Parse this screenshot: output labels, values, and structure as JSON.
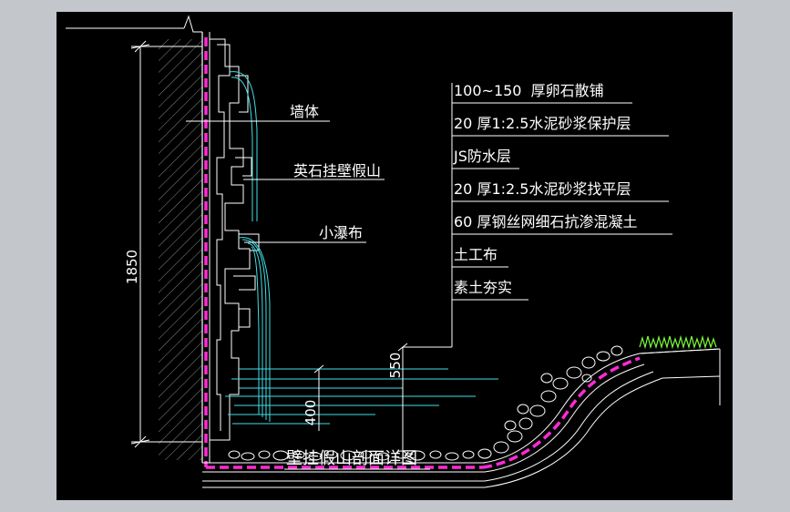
{
  "colors": {
    "background": "#000000",
    "frame": "#c3c7cb",
    "line": "#ffffff",
    "water": "#3fe0e8",
    "membrane": "#ff2bd6",
    "grass": "#7cff3a"
  },
  "labels": {
    "wall": "墙体",
    "rockery": "英石挂壁假山",
    "waterfall": "小瀑布"
  },
  "layers": [
    "100~150  厚卵石散铺",
    "20 厚1:2.5水泥砂浆保护层",
    "JS防水层",
    "20 厚1:2.5水泥砂浆找平层",
    "60 厚钢丝网细石抗渗混凝土",
    "土工布",
    "素土夯实"
  ],
  "dimensions": {
    "height": "1850",
    "water_depth": "400",
    "pond_depth": "550"
  },
  "title": "壁挂假山剖面详图"
}
